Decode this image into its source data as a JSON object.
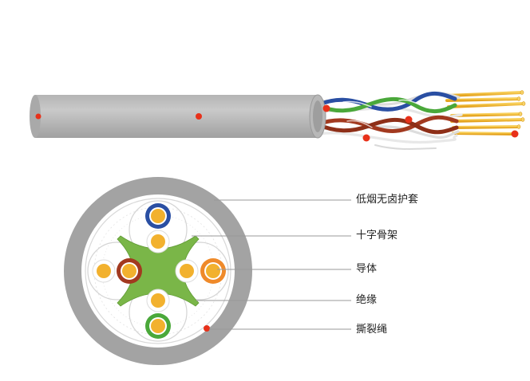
{
  "labels": [
    {
      "text": "低烟无卤护套"
    },
    {
      "text": "十字骨架"
    },
    {
      "text": "导体"
    },
    {
      "text": "绝缘"
    },
    {
      "text": "撕裂绳"
    }
  ],
  "colors": {
    "jacket": "#a3a3a3",
    "jacket_highlight": "#c8c8c8",
    "cross_filler": "#7ab648",
    "conductor": "#f2b12e",
    "marker": "#e8311a",
    "pair_blue": "#2a4fa3",
    "pair_green": "#4aa83a",
    "pair_brown": "#a2391f",
    "pair_orange": "#ef8a2a",
    "leader_line": "#9a9a9a"
  }
}
